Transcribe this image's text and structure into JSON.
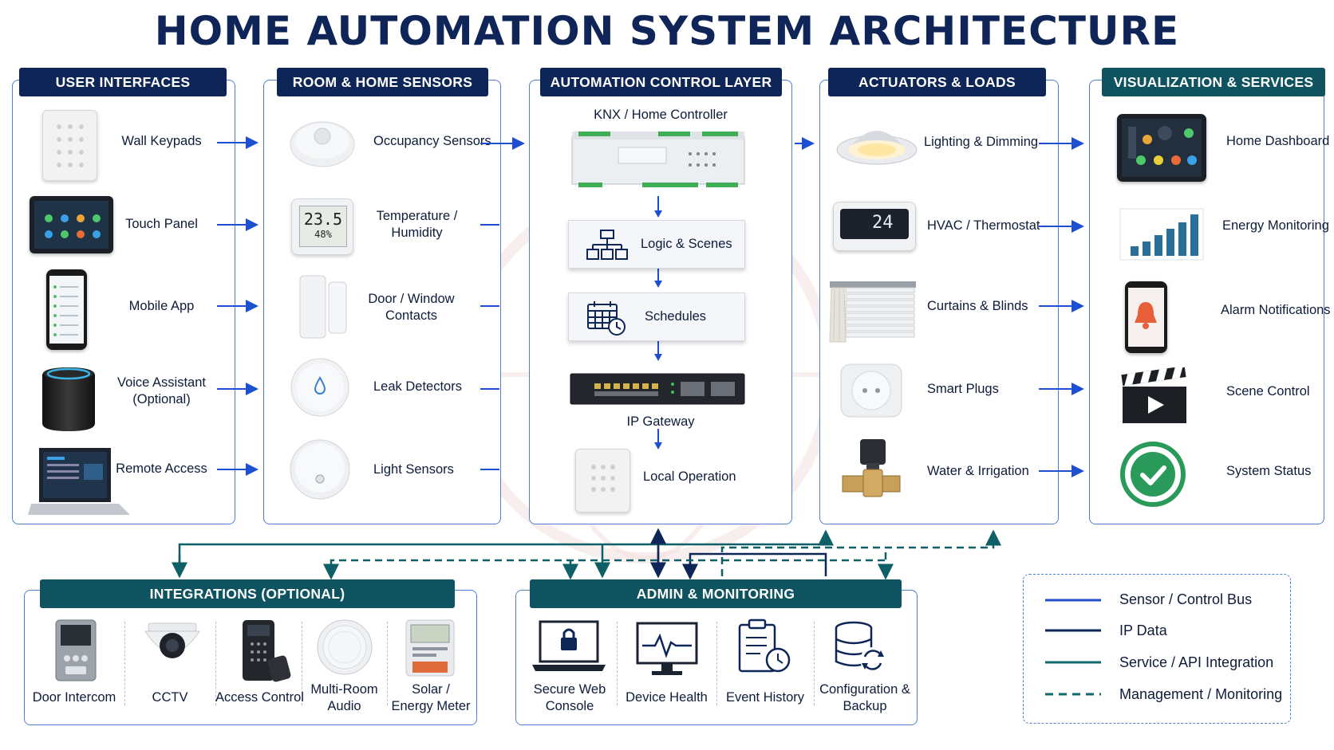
{
  "title": "HOME AUTOMATION SYSTEM ARCHITECTURE",
  "colors": {
    "navy": "#0e2557",
    "teal": "#0f5360",
    "bus_blue": "#1f4fd1",
    "ip_navy": "#0e2557",
    "service_teal": "#0f6b6b"
  },
  "columns": {
    "user_interfaces": {
      "title": "USER INTERFACES",
      "items": [
        {
          "label": "Wall Keypads",
          "icon": "keypad-icon"
        },
        {
          "label": "Touch Panel",
          "icon": "touch-panel-icon"
        },
        {
          "label": "Mobile App",
          "icon": "smartphone-icon"
        },
        {
          "label": "Voice Assistant\n(Optional)",
          "icon": "smart-speaker-icon"
        },
        {
          "label": "Remote Access",
          "icon": "laptop-icon"
        }
      ]
    },
    "sensors": {
      "title": "ROOM & HOME SENSORS",
      "items": [
        {
          "label": "Occupancy Sensors",
          "icon": "occupancy-sensor-icon"
        },
        {
          "label": "Temperature /\nHumidity",
          "icon": "thermometer-display-icon",
          "display": "23.5",
          "display2": "48%"
        },
        {
          "label": "Door / Window\nContacts",
          "icon": "door-contact-icon"
        },
        {
          "label": "Leak Detectors",
          "icon": "leak-detector-icon"
        },
        {
          "label": "Light Sensors",
          "icon": "light-sensor-icon"
        }
      ]
    },
    "control": {
      "title": "AUTOMATION CONTROL LAYER",
      "controller_label": "KNX / Home Controller",
      "logic_label": "Logic & Scenes",
      "schedules_label": "Schedules",
      "gateway_label": "IP Gateway",
      "local_label": "Local Operation"
    },
    "actuators": {
      "title": "ACTUATORS & LOADS",
      "items": [
        {
          "label": "Lighting & Dimming",
          "icon": "downlight-icon"
        },
        {
          "label": "HVAC / Thermostat",
          "icon": "thermostat-icon",
          "display": "24"
        },
        {
          "label": "Curtains & Blinds",
          "icon": "blinds-icon"
        },
        {
          "label": "Smart Plugs",
          "icon": "smart-plug-icon"
        },
        {
          "label": "Water & Irrigation",
          "icon": "valve-icon"
        }
      ]
    },
    "services": {
      "title": "VISUALIZATION & SERVICES",
      "items": [
        {
          "label": "Home Dashboard",
          "icon": "tablet-dashboard-icon"
        },
        {
          "label": "Energy Monitoring",
          "icon": "bar-chart-icon"
        },
        {
          "label": "Alarm Notifications",
          "icon": "bell-phone-icon"
        },
        {
          "label": "Scene Control",
          "icon": "clapperboard-icon"
        },
        {
          "label": "System Status",
          "icon": "check-circle-icon"
        }
      ]
    }
  },
  "integrations": {
    "title": "INTEGRATIONS (OPTIONAL)",
    "items": [
      {
        "label": "Door Intercom",
        "icon": "intercom-icon"
      },
      {
        "label": "CCTV",
        "icon": "cctv-dome-icon"
      },
      {
        "label": "Access Control",
        "icon": "access-reader-icon"
      },
      {
        "label": "Multi-Room\nAudio",
        "icon": "ceiling-speaker-icon"
      },
      {
        "label": "Solar /\nEnergy Meter",
        "icon": "energy-meter-icon"
      }
    ]
  },
  "admin": {
    "title": "ADMIN & MONITORING",
    "items": [
      {
        "label": "Secure Web\nConsole",
        "icon": "laptop-lock-icon"
      },
      {
        "label": "Device Health",
        "icon": "monitor-pulse-icon"
      },
      {
        "label": "Event History",
        "icon": "clipboard-clock-icon"
      },
      {
        "label": "Configuration &\nBackup",
        "icon": "database-sync-icon"
      }
    ]
  },
  "legend": [
    {
      "label": "Sensor / Control Bus",
      "style": "solid",
      "color": "#1f4fd1"
    },
    {
      "label": "IP Data",
      "style": "solid",
      "color": "#0e2557"
    },
    {
      "label": "Service / API Integration",
      "style": "solid",
      "color": "#0f6b6b"
    },
    {
      "label": "Management / Monitoring",
      "style": "dashed",
      "color": "#0f6b6b"
    }
  ]
}
